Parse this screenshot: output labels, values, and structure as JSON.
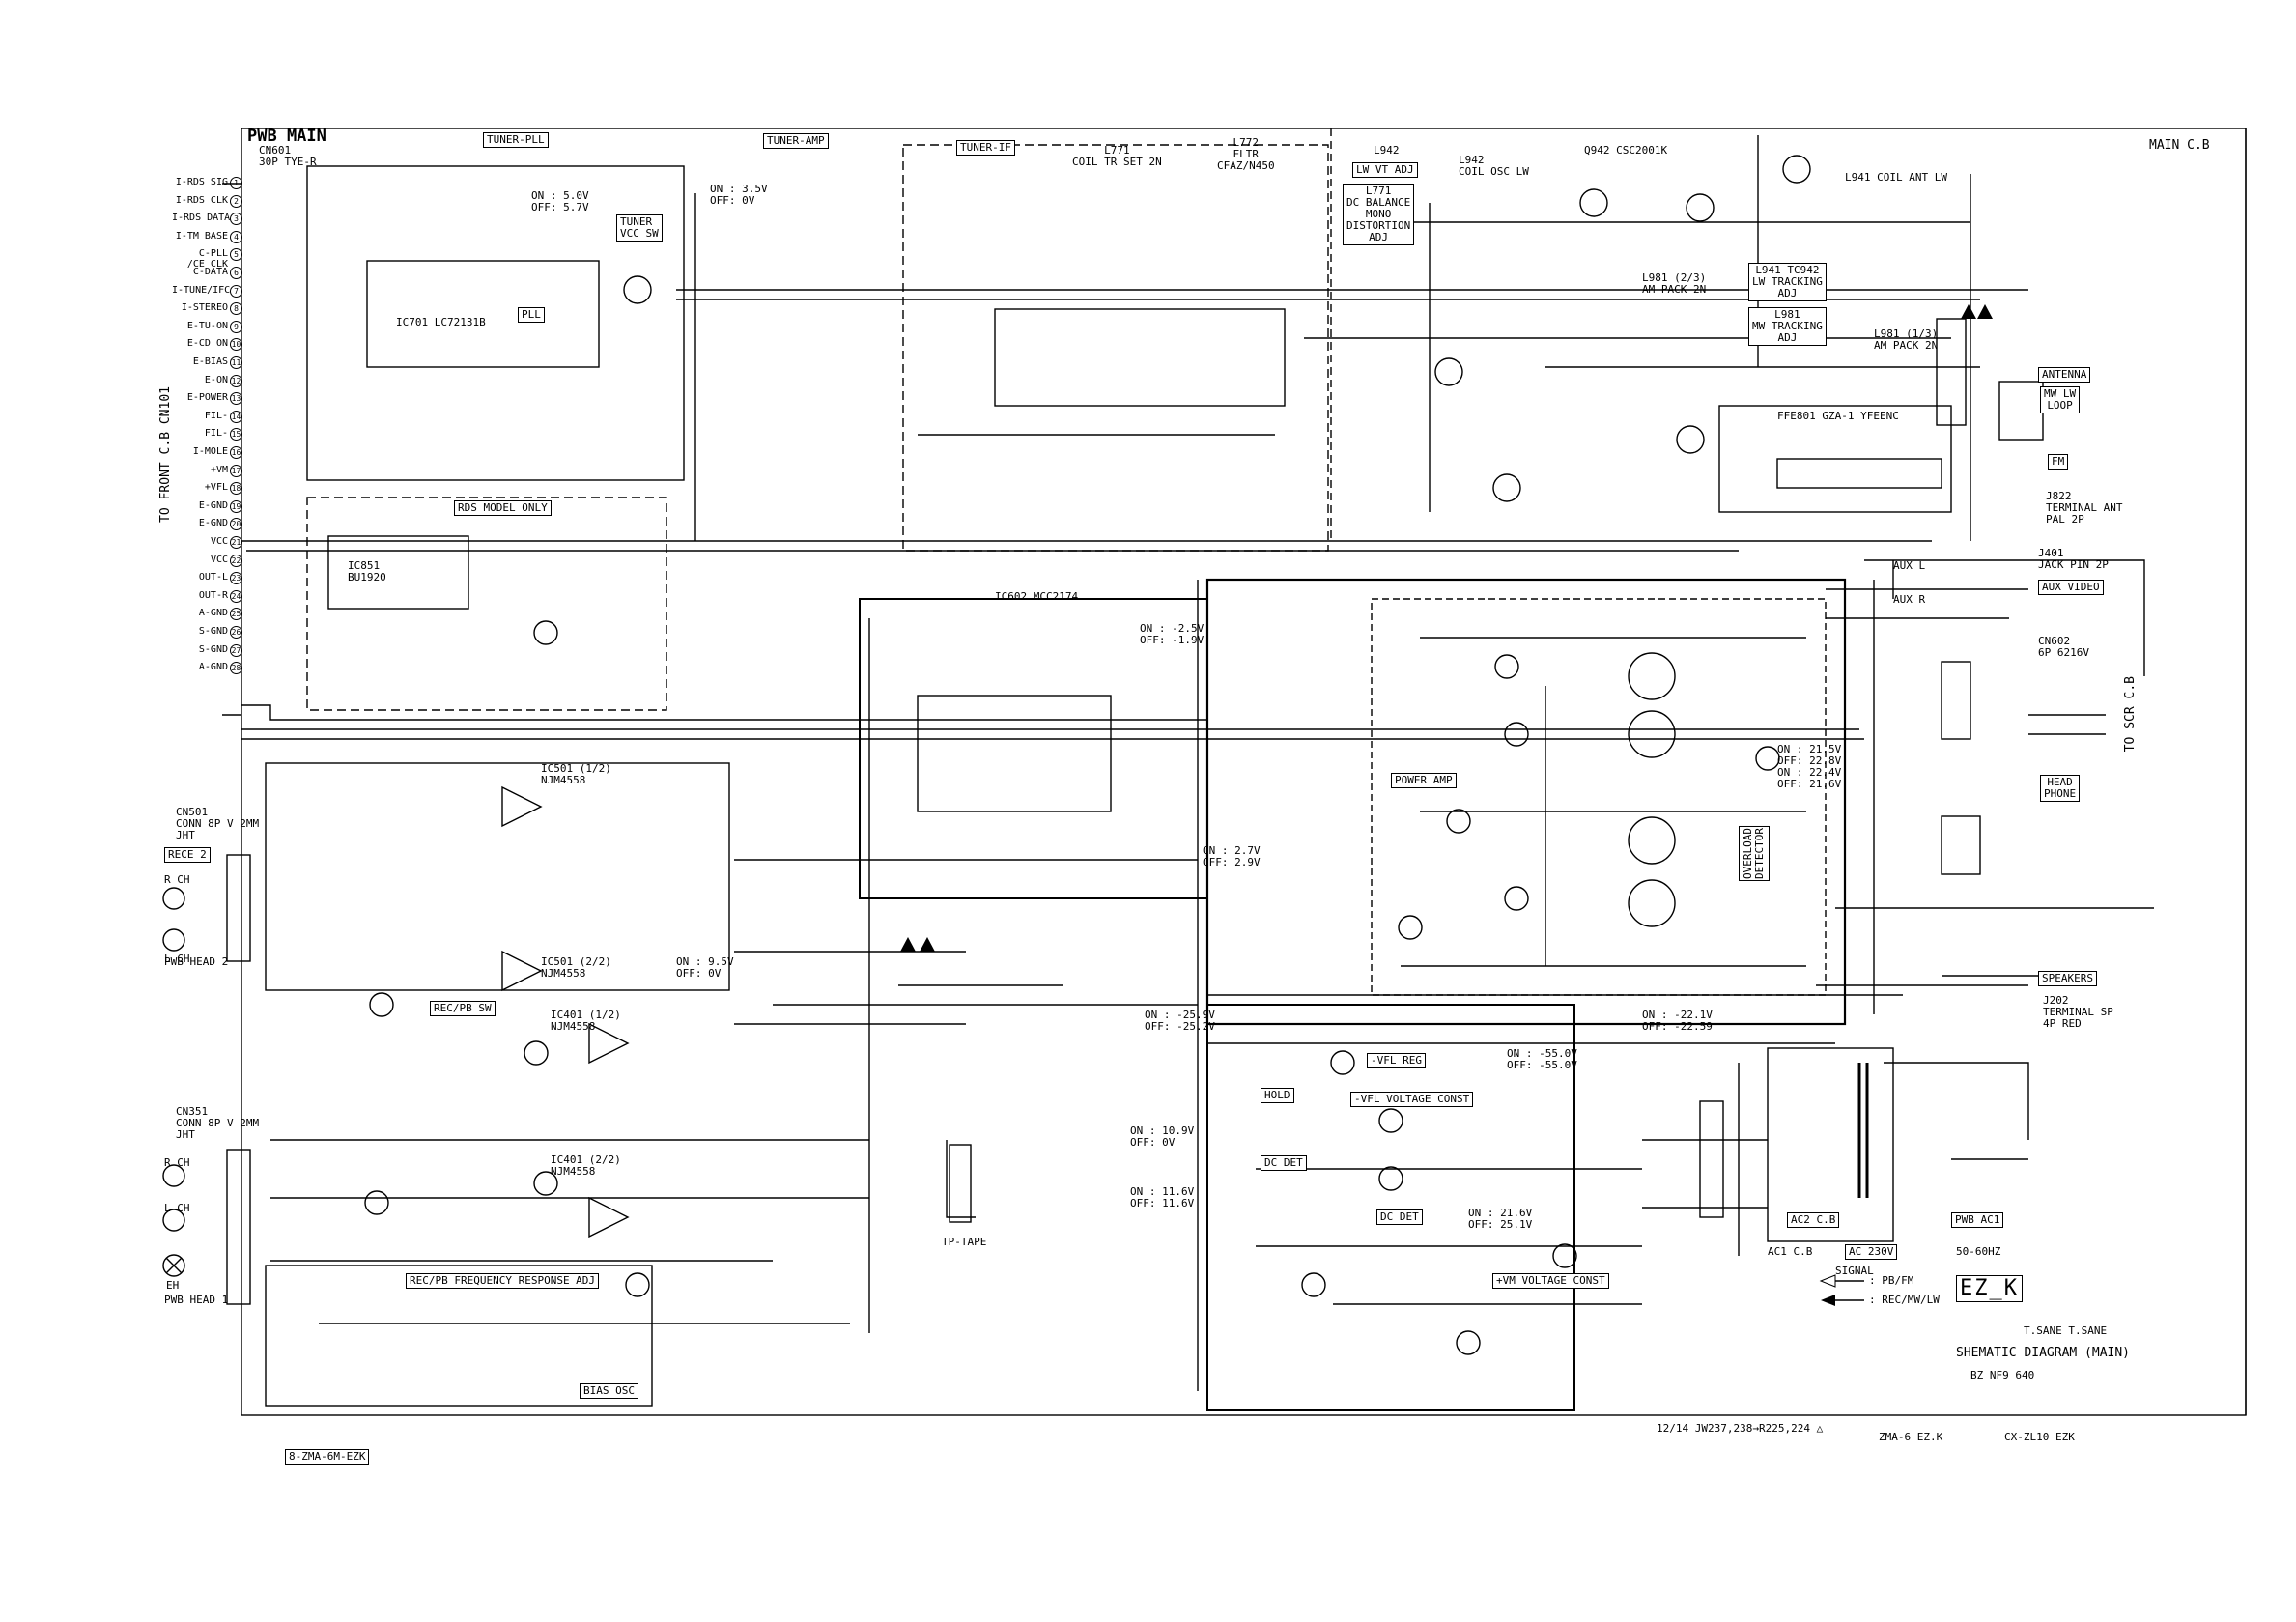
{
  "title": "PWB MAIN",
  "main_cb": "MAIN C.B",
  "to_front": "TO FRONT C.B CN101",
  "connector_cn601": "CN601\n30P TYE-R",
  "front_pins": [
    "I-RDS SIG",
    "I-RDS CLK",
    "I-RDS DATA",
    "I-TM BASE",
    "C-PLL\n/CE CLK",
    "C-DATA",
    "I-TUNE/IFC",
    "I-STEREO",
    "E-TU-ON",
    "E-CD ON",
    "E-BIAS",
    "E-ON",
    "E-POWER",
    "FIL-",
    "FIL-",
    "I-MOLE",
    "+VM",
    "+VFL",
    "E-GND",
    "E-GND",
    "VCC",
    "VCC",
    "OUT-L",
    "OUT-R",
    "A-GND",
    "S-GND",
    "S-GND",
    "A-GND"
  ],
  "blocks": {
    "tuner_pll": "TUNER-PLL",
    "tuner_amp": "TUNER-AMP",
    "tuner_if": "TUNER-IF",
    "rds_model": "RDS MODEL ONLY",
    "tuner_vcc": "TUNER\nVCC SW",
    "pll": "PLL",
    "ic701": "IC701 LC72131B",
    "ic851": "IC851\nBU1920",
    "l771": "L771\nCOIL TR SET 2N",
    "l772": "L772\nFLTR\nCFAZ/N450",
    "l942": "L942",
    "lw_vt_adj": "LW VT ADJ",
    "am_balance": "L771\nDC BALANCE\nMONO\nDISTORTION\nADJ",
    "coil_osc_lw": "L942\nCOIL OSC LW",
    "q942": "Q942 CSC2001K",
    "l941": "L941 COIL ANT LW",
    "lw_tracking": "L941 TC942\nLW TRACKING\nADJ",
    "mw_tracking": "L981\nMW TRACKING\nADJ",
    "l981_am": "L981 (2/3)\nAM PACK 2N",
    "l981_13": "L981 (1/3)\nAM PACK 2N",
    "fm_label": "FM",
    "antenna": "ANTENNA",
    "mw_lw": "MW LW\nLOOP",
    "terminal_ant": "J822\nTERMINAL ANT\nPAL 2P",
    "ffe801": "FFE801  GZA-1 YFEENC",
    "aux_l": "AUX L",
    "aux_r": "AUX R",
    "aux_video": "AUX VIDEO",
    "j401": "J401\nJACK PIN 2P",
    "cn602": "CN602\n6P 6216V",
    "to_scr": "TO SCR C.B",
    "headphone": "HEAD\nPHONE",
    "speakers": "SPEAKERS",
    "terminal_sp": "J202\nTERMINAL SP\n4P RED",
    "power_amp": "POWER AMP",
    "overload": "OVERLOAD\nDETECTOR",
    "rec_pb_sw": "REC/PB SW",
    "rec_pb_freq": "REC/PB FREQUENCY RESPONSE ADJ",
    "bias_osc": "BIAS OSC",
    "hold": "HOLD",
    "vfl_reg": "-VFL REG",
    "vfl_voltage": "-VFL VOLTAGE CONST",
    "dc_det": "DC DET",
    "dc_det2": "DC DET",
    "vm_voltage": "+VM VOLTAGE CONST",
    "ac2_cb": "AC2 C.B",
    "pwb_ac1": "PWB AC1",
    "ac_230": "AC 230V",
    "hz": "50-60HZ",
    "ac1_cb": "AC1 C.B",
    "tp_tape": "TP-TAPE",
    "rec2": "RECE 2",
    "head2": "PWB HEAD 2",
    "head1": "PWB HEAD 1",
    "cn501": "CN501\nCONN 8P V 2MM\nJHT",
    "cn351": "CN351\nCONN 8P V 2MM\nJHT",
    "rch": "R CH",
    "lch": "L CH",
    "eh": "EH",
    "ic501": "IC501 (1/2)\nNJM4558",
    "ic5012": "IC501 (2/2)\nNJM4558",
    "ic401": "IC401 (1/2)\nNJM4558",
    "ic4012": "IC401 (2/2)\nNJM4558",
    "ic602": "IC602 MCC2174",
    "signal": "SIGNAL",
    "legend1": ": PB/FM",
    "legend2": ": REC/MW/LW",
    "ezk": "EZ_K",
    "sign": "T.SANE T.SANE",
    "shematic": "SHEMATIC DIAGRAM (MAIN)",
    "doc_code": "BZ   NF9   640",
    "note": "12/14 JW237,238→R225,224  △",
    "zma": "ZMA-6 EZ.K",
    "model": "CX-ZL10 EZK",
    "footer": "8-ZMA-6M-EZK"
  },
  "volts": {
    "v1": "ON : 3.5V\nOFF: 0V",
    "v2": "ON : 5.0V\nOFF: 5.7V",
    "v3": "ON : -2.5V\nOFF: -1.9V",
    "v4": "ON : 21.5V\nOFF: 22.8V\nON : 22.4V\nOFF: 21.6V",
    "v5": "ON : 2.7V\nOFF: 2.9V",
    "v6": "ON : 9.5V\nOFF: 0V",
    "v7": "ON : -25.9V\nOFF: -25.2V",
    "v8": "ON : -22.1V\nOFF: -22.59",
    "v9": "ON : -55.0V\nOFF: -55.0V",
    "v10": "ON : 10.9V\nOFF: 0V",
    "v11": "ON : 11.6V\nOFF: 11.6V",
    "v12": "ON : 21.6V\nOFF: 25.1V"
  }
}
